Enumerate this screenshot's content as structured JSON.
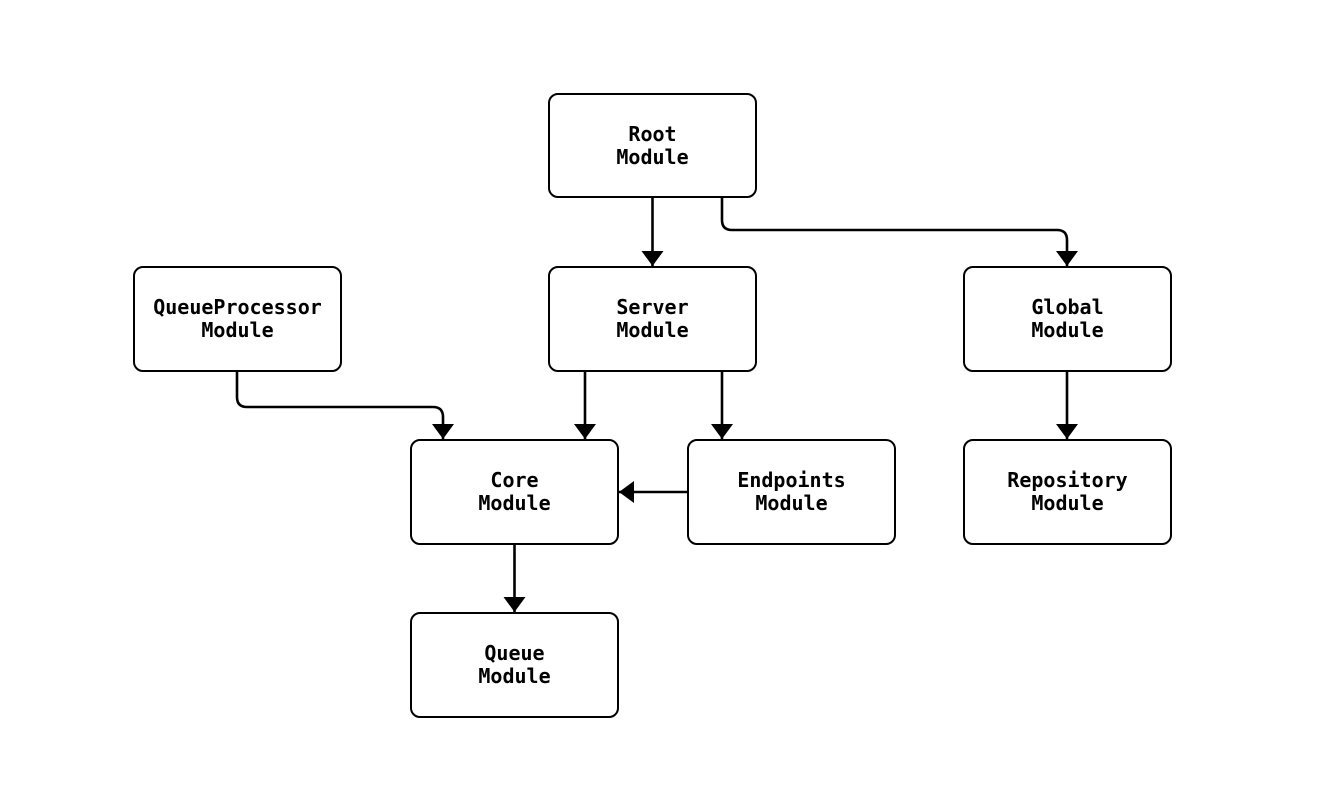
{
  "diagram": {
    "type": "module-dependency-flowchart",
    "background_color": "#ffffff",
    "stroke_color": "#000000",
    "node_fill_color": "#ffffff",
    "text_color": "#000000",
    "nodes": {
      "root": {
        "line1": "Root",
        "line2": "Module"
      },
      "queueprocessor": {
        "line1": "QueueProcessor",
        "line2": "Module"
      },
      "server": {
        "line1": "Server",
        "line2": "Module"
      },
      "global": {
        "line1": "Global",
        "line2": "Module"
      },
      "core": {
        "line1": "Core",
        "line2": "Module"
      },
      "endpoints": {
        "line1": "Endpoints",
        "line2": "Module"
      },
      "repository": {
        "line1": "Repository",
        "line2": "Module"
      },
      "queue": {
        "line1": "Queue",
        "line2": "Module"
      }
    },
    "edges": [
      {
        "from": "root",
        "to": "server"
      },
      {
        "from": "root",
        "to": "global"
      },
      {
        "from": "queueprocessor",
        "to": "core"
      },
      {
        "from": "server",
        "to": "core"
      },
      {
        "from": "server",
        "to": "endpoints"
      },
      {
        "from": "endpoints",
        "to": "core"
      },
      {
        "from": "global",
        "to": "repository"
      },
      {
        "from": "core",
        "to": "queue"
      }
    ]
  }
}
